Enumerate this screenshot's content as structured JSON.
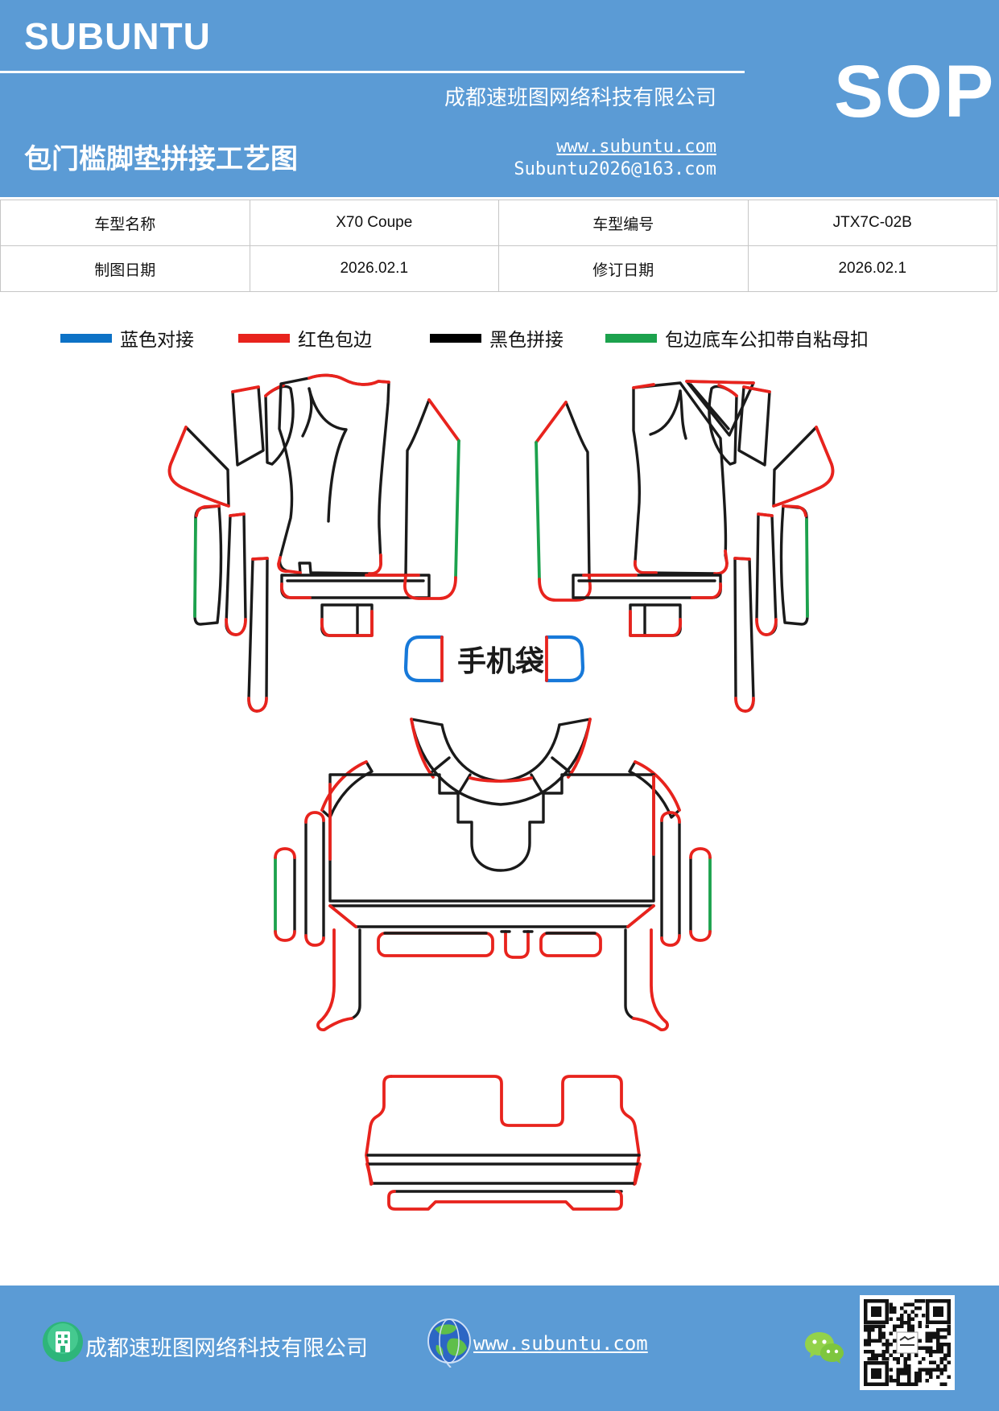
{
  "header": {
    "logo": "SUBUNTU",
    "title": "包门槛脚垫拼接工艺图",
    "company": "成都速班图网络科技有限公司",
    "website": "www.subuntu.com",
    "email": "Subuntu2026@163.com",
    "sop": "SOP"
  },
  "info_table": {
    "rows": [
      [
        "车型名称",
        "X70 Coupe",
        "车型编号",
        "JTX7C-02B"
      ],
      [
        "制图日期",
        "2026.02.1",
        "修订日期",
        "2026.02.1"
      ]
    ]
  },
  "legend": {
    "items": [
      {
        "label": "蓝色对接",
        "color": "#0d72c6"
      },
      {
        "label": "红色包边",
        "color": "#e8231d"
      },
      {
        "label": "黑色拼接",
        "color": "#000000"
      },
      {
        "label": "包边底车公扣带自粘母扣",
        "color": "#1ca24d"
      }
    ]
  },
  "diagram": {
    "phone_bag_label": "手机袋",
    "colors": {
      "outline_black": "#1a1a1a",
      "edging_red": "#e8231d",
      "snap_green": "#1ca24d",
      "butt_blue": "#1779d9"
    }
  },
  "footer": {
    "company": "成都速班图网络科技有限公司",
    "website": "www.subuntu.com"
  }
}
